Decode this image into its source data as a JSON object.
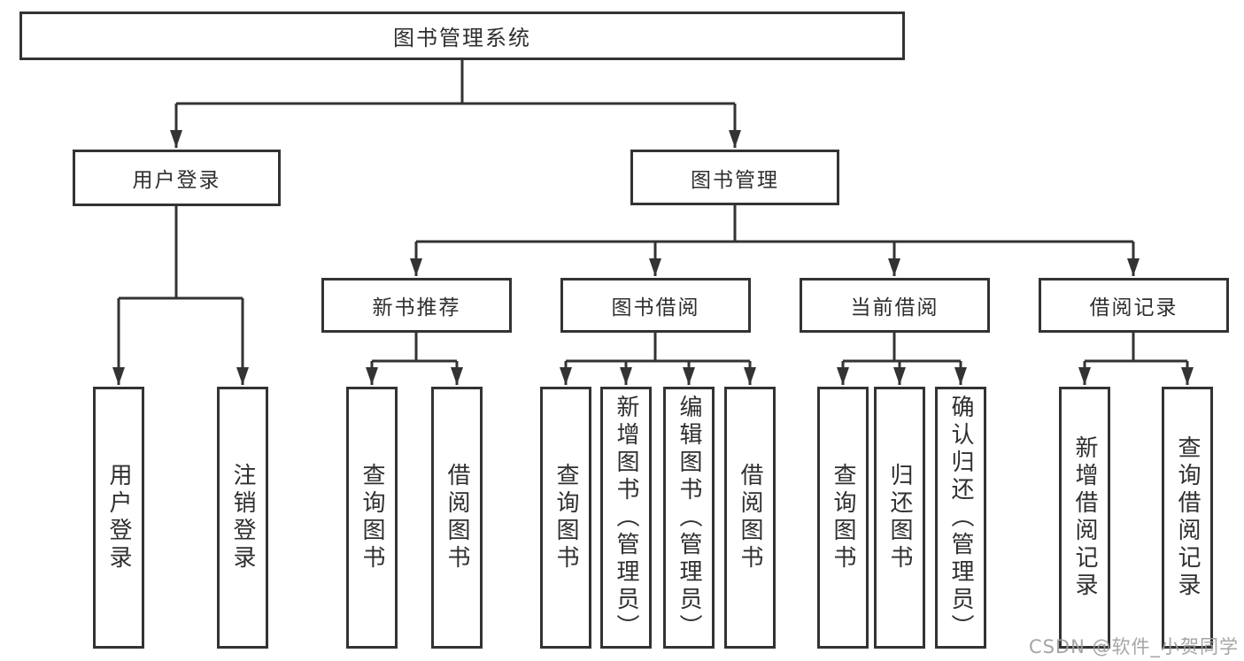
{
  "diagram": {
    "title": "图书管理系统",
    "branches": {
      "user_login": {
        "label": "用户登录",
        "children": [
          "用户登录",
          "注销登录"
        ]
      },
      "book_management": {
        "label": "图书管理",
        "sections": [
          {
            "label": "新书推荐",
            "children": [
              "查询图书",
              "借阅图书"
            ]
          },
          {
            "label": "图书借阅",
            "children": [
              "查询图书",
              "新增图书（管理员）",
              "编辑图书（管理员）",
              "借阅图书"
            ]
          },
          {
            "label": "当前借阅",
            "children": [
              "查询图书",
              "归还图书",
              "确认归还（管理员）"
            ]
          },
          {
            "label": "借阅记录",
            "children": [
              "新增借阅记录",
              "查询借阅记录"
            ]
          }
        ]
      }
    },
    "watermark": "CSDN @软件_小贺同学",
    "colors": {
      "line": "#333333",
      "text": "#2f2f2f",
      "watermark": "#9e9e9e",
      "background": "#ffffff"
    }
  }
}
